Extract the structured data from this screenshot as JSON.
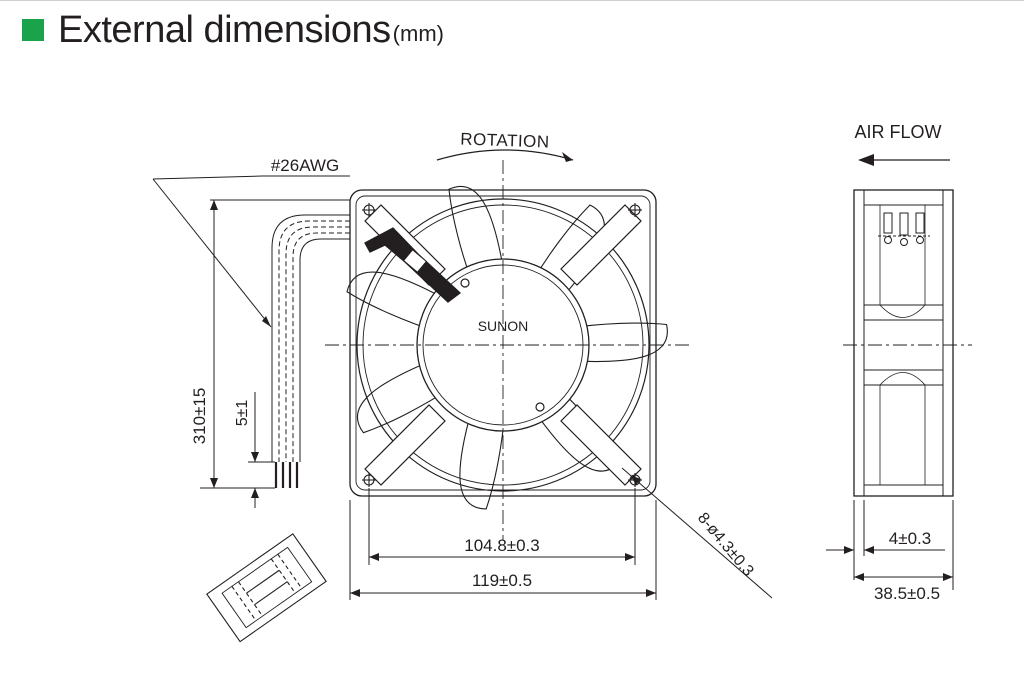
{
  "header": {
    "title": "External dimensions",
    "unit": "(mm)",
    "accent_color": "#1aa34a"
  },
  "labels": {
    "rotation": "ROTATION",
    "airflow": "AIR FLOW",
    "wire": "#26AWG",
    "brand": "SUNON",
    "lead_length": "310±15",
    "strip_length": "5±1",
    "hole_spacing": "104.8±0.3",
    "frame_size": "119±0.5",
    "mount_holes": "8-ø4.3±0.3",
    "flange_thickness": "4±0.3",
    "depth": "38.5±0.5"
  }
}
